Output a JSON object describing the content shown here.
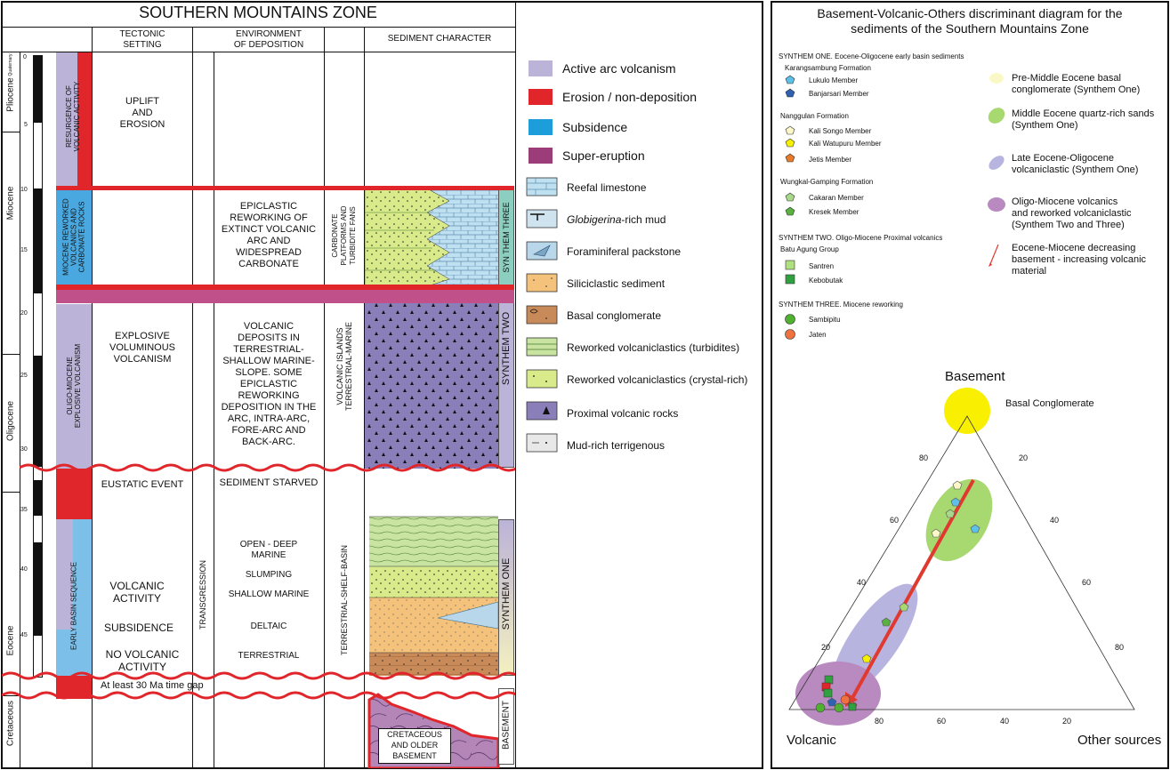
{
  "left_panel": {
    "title": "SOUTHERN MOUNTAINS ZONE",
    "col_headers": {
      "tectonic": "TECTONIC\nSETTING",
      "environment": "ENVIRONMENT\nOF DEPOSITION",
      "sediment": "SEDIMENT CHARACTER"
    },
    "epochs": [
      "Pliocene",
      "Miocene",
      "Oligocene",
      "Eocene",
      "Cretaceous"
    ],
    "pleistocene_label": "Quaternary",
    "age_ticks": [
      "0",
      "5",
      "10",
      "15",
      "20",
      "25",
      "30",
      "35",
      "40",
      "45"
    ],
    "phases": {
      "resurgence": "RESURGENCE OF\nVOLCANIC ACTIVITY",
      "miocene": "MIOCENE REWORKED\nVOLCANICS AND\nCARBONATE ROCKS",
      "oligo": "OLIGO-MIOCENE\nEXPLOSIVE VOLCANISM",
      "early": "EARLY BASIN SEQUENCE"
    },
    "tectonic": {
      "uplift": "UPLIFT\nAND\nEROSION",
      "explosive": "EXPLOSIVE\nVOLUMINOUS\nVOLCANISM",
      "eustatic": "EUSTATIC EVENT",
      "volcanic_activity": "VOLCANIC\nACTIVITY",
      "subsidence": "SUBSIDENCE",
      "no_volcanic": "NO VOLCANIC\nACTIVITY"
    },
    "transgression": "TRANSGRESSION",
    "environment": {
      "epiclastic": "EPICLASTIC\nREWORKING OF\nEXTINCT VOLCANIC\nARC AND\nWIDESPREAD\nCARBONATE",
      "volcanic_deposits": "VOLCANIC\nDEPOSITS IN\nTERRESTRIAL-\nSHALLOW MARINE-\nSLOPE. SOME\nEPICLASTIC\nREWORKING\nDEPOSITION IN THE\nARC, INTRA-ARC,\nFORE-ARC AND\nBACK-ARC.",
      "starved": "SEDIMENT STARVED",
      "open_deep": "OPEN - DEEP\nMARINE",
      "slumping": "SLUMPING",
      "shallow": "SHALLOW MARINE",
      "deltaic": "DELTAIC",
      "terrestrial": "TERRESTRIAL"
    },
    "setting": {
      "carbonate": "CARBONATE\nPLATFORMS AND\nTURBIDITE FANS",
      "islands": "VOLCANIC ISLANDS\nTERRESTRIAL-MARINE",
      "shelf": "TERRESTRIAL-SHELF-BASIN"
    },
    "synthems": [
      "SYN THEM THREE",
      "SYNTHEM TWO",
      "SYNTHEM ONE",
      "BASEMENT"
    ],
    "gap_label": "At least 30 Ma time gap",
    "basement_label": "CRETACEOUS\nAND OLDER\nBASEMENT"
  },
  "legend": {
    "items": [
      {
        "label": "Active arc volcanism",
        "color": "#bcb3d8"
      },
      {
        "label": "Erosion / non-deposition",
        "color": "#e0262a"
      },
      {
        "label": "Subsidence",
        "color": "#1e9ddb"
      },
      {
        "label": "Super-eruption",
        "color": "#9c3d7a"
      }
    ],
    "patterns": [
      {
        "pre": "",
        "italic": "",
        "label": "Reefal limestone",
        "icon": "reef-limestone-icon"
      },
      {
        "pre": "",
        "italic": "Globigerina",
        "label": "-rich mud",
        "icon": "globigerina-mud-icon"
      },
      {
        "pre": "",
        "italic": "",
        "label": "Foraminiferal packstone",
        "icon": "foram-packstone-icon"
      },
      {
        "pre": "",
        "italic": "",
        "label": "Siliciclastic sediment",
        "icon": "siliciclastic-icon"
      },
      {
        "pre": "",
        "italic": "",
        "label": "Basal conglomerate",
        "icon": "basal-conglomerate-icon"
      },
      {
        "pre": "",
        "italic": "",
        "label": "Reworked volcaniclastics (turbidites)",
        "icon": "turbidites-icon"
      },
      {
        "pre": "",
        "italic": "",
        "label": "Reworked volcaniclastics (crystal-rich)",
        "icon": "crystal-rich-icon"
      },
      {
        "pre": "",
        "italic": "",
        "label": "Proximal volcanic rocks",
        "icon": "proximal-volcanic-icon"
      },
      {
        "pre": "",
        "italic": "",
        "label": "Mud-rich terrigenous",
        "icon": "mud-terrigenous-icon"
      }
    ]
  },
  "right_panel": {
    "title": "Basement-Volcanic-Others discriminant diagram for the\nsediments of the Southern Mountains Zone",
    "syn1_header": "SYNTHEM ONE. Eocene-Oligocene early basin sediments",
    "karang": "Karangsambung Formation",
    "lukulo": "Lukulo Member",
    "banjar": "Banjarsari Member",
    "nanggulan": "Nanggulan Formation",
    "kalisongo": "Kali Songo Member",
    "kaliwat": "Kali Watupuru Member",
    "jetis": "Jetis Member",
    "wungkal": "Wungkal-Gamping Formation",
    "cakaran": "Cakaran Member",
    "kresek": "Kresek Member",
    "syn2_header": "SYNTHEM TWO. Oligo-Miocene Proximal volcanics",
    "batu": "Batu Agung Group",
    "santren": "Santren",
    "kebobutak": "Kebobutak",
    "syn3_header": "SYNTHEM THREE. Miocene reworking",
    "sambipitu": "Sambipitu",
    "jaten": "Jaten",
    "field_legend": [
      "Pre-Middle Eocene basal\nconglomerate (Synthem One)",
      "Middle Eocene quartz-rich sands\n(Synthem One)",
      "Late Eocene-Oligocene\nvolcaniclastic (Synthem One)",
      "Oligo-Miocene volcanics\nand reworked volcaniclastic\n(Synthem Two and Three)",
      "Eocene-Miocene decreasing\nbasement - increasing volcanic\nmaterial"
    ],
    "apex_basement": "Basement",
    "apex_volcanic": "Volcanic",
    "apex_other": "Other sources",
    "basal_conglomerate": "Basal Conglomerate",
    "left_ticks": [
      "80",
      "60",
      "40",
      "20"
    ],
    "right_ticks": [
      "20",
      "40",
      "60",
      "80"
    ],
    "bottom_ticks": [
      "80",
      "60",
      "40",
      "20"
    ]
  },
  "colors": {
    "volcanism": "#bcb3d8",
    "erosion": "#e0262a",
    "subsidence": "#1e9ddb",
    "super_eruption": "#9c3d7a",
    "proximal": "#8a7fb8",
    "siliciclastic": "#f4c27a",
    "conglomerate": "#c98a5a",
    "crystal": "#d8ea8a",
    "turbidite": "#c8e4a0",
    "reef": "#bfe0f0"
  }
}
